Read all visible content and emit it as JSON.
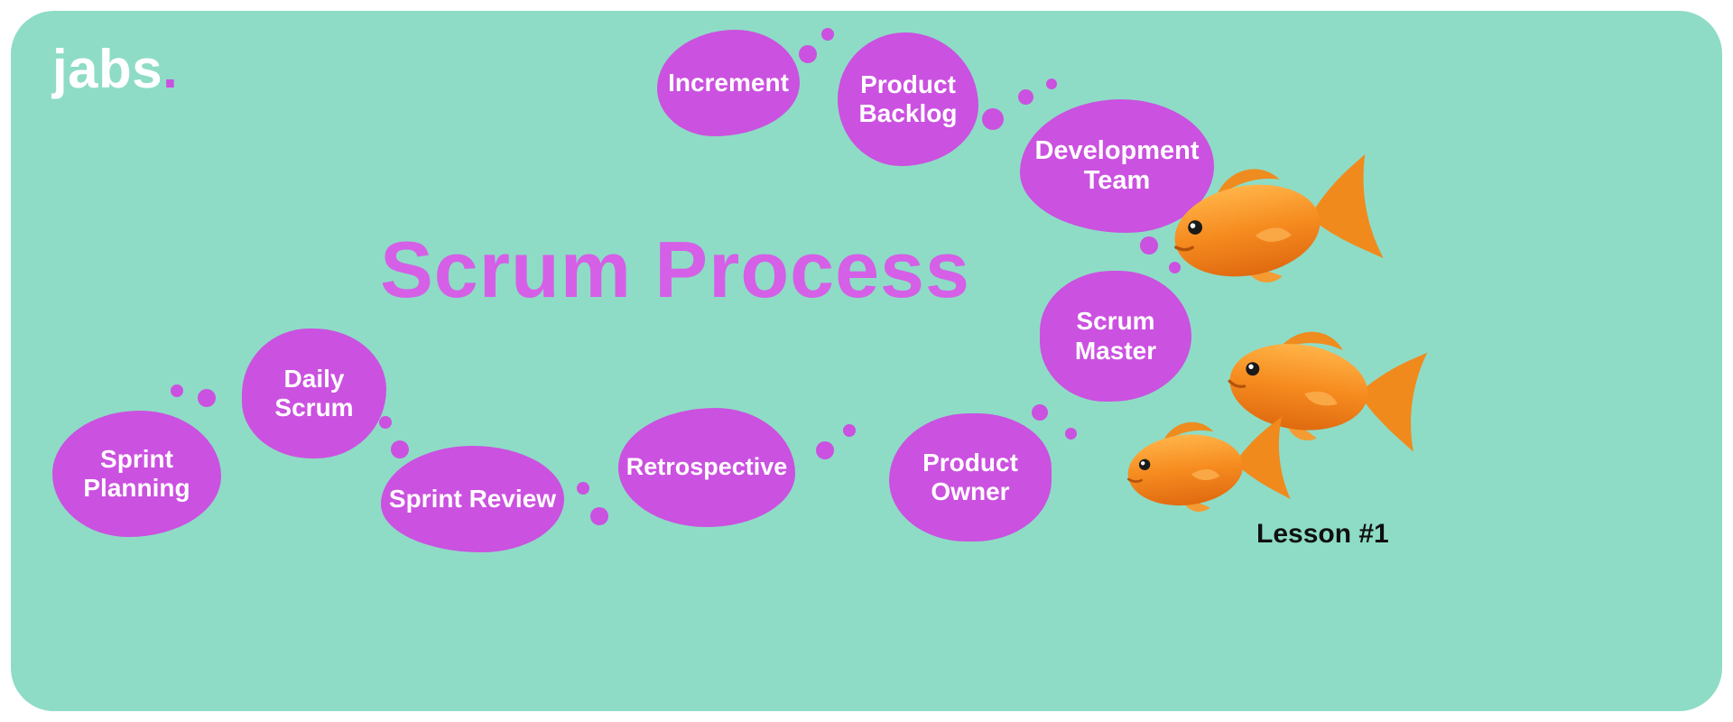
{
  "page": {
    "brand": "jabs",
    "brand_dot": ".",
    "title": "Scrum Process",
    "lesson": "Lesson #1"
  },
  "bubbles": [
    {
      "label": "Increment"
    },
    {
      "label": "Product Backlog"
    },
    {
      "label": "Development Team"
    },
    {
      "label": "Scrum Master"
    },
    {
      "label": "Product Owner"
    },
    {
      "label": "Retrospective"
    },
    {
      "label": "Sprint Review"
    },
    {
      "label": "Daily Scrum"
    },
    {
      "label": "Sprint Planning"
    }
  ],
  "colors": {
    "background": "#8EDCC6",
    "bubble": "#CB51E0",
    "title": "#D55FE6",
    "bubble_text": "#FFFFFF",
    "lesson_text": "#101010"
  }
}
